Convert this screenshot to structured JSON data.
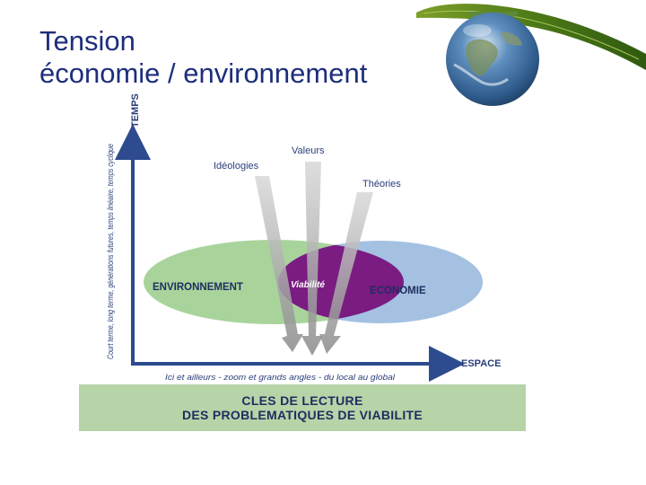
{
  "title": {
    "line1": "Tension",
    "line2": "économie / environnement"
  },
  "diagram": {
    "y_axis_label": "TEMPS",
    "y_axis_sublabel": "Court terme, long terme, générations futures, temps linéaire, temps cyclique",
    "x_axis_label": "ESPACE",
    "x_axis_sublabel": "Ici et ailleurs - zoom et grands angles - du local au global",
    "arrows": [
      "Idéologies",
      "Valeurs",
      "Théories"
    ],
    "environment_label": "ENVIRONNEMENT",
    "intersection_label": "Viabilité",
    "economy_label": "ECONOMIE",
    "colors": {
      "environment": "#a8d49c",
      "economy": "#a4c1e2",
      "intersection": "#7a1c82",
      "axis": "#2d4b8e",
      "title": "#1d2f7a",
      "banner": "#b7d3a8"
    }
  },
  "banner": {
    "line1": "CLES DE LECTURE",
    "line2": "DES PROBLEMATIQUES DE VIABILITE"
  },
  "logo": {
    "icon": "globe-drop-icon"
  }
}
